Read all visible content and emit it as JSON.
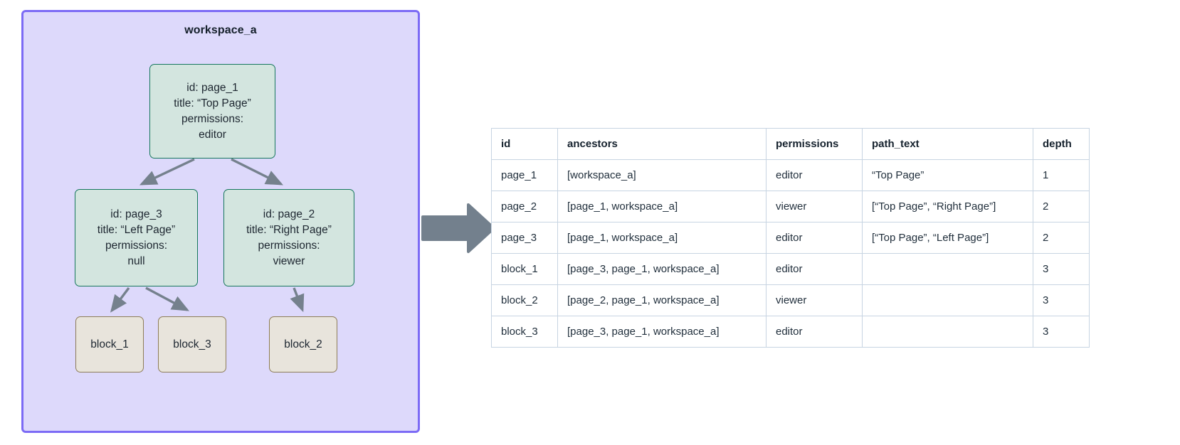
{
  "workspace": {
    "title": "workspace_a",
    "border_color": "#7c6bf5",
    "fill_color": "#ddd9fb",
    "nodes": [
      {
        "key": "page_1",
        "kind": "page",
        "lines": [
          "id: page_1",
          "title: “Top Page”",
          "permissions:",
          "editor"
        ]
      },
      {
        "key": "page_3",
        "kind": "page",
        "lines": [
          "id: page_3",
          "title: “Left Page”",
          "permissions:",
          "null"
        ]
      },
      {
        "key": "page_2",
        "kind": "page",
        "lines": [
          "id: page_2",
          "title: “Right Page”",
          "permissions:",
          "viewer"
        ]
      },
      {
        "key": "block_1",
        "kind": "block",
        "lines": [
          "block_1"
        ]
      },
      {
        "key": "block_3",
        "kind": "block",
        "lines": [
          "block_3"
        ]
      },
      {
        "key": "block_2",
        "kind": "block",
        "lines": [
          "block_2"
        ]
      }
    ],
    "edges": [
      {
        "from": "page_1",
        "to": "page_3"
      },
      {
        "from": "page_1",
        "to": "page_2"
      },
      {
        "from": "page_3",
        "to": "block_1"
      },
      {
        "from": "page_3",
        "to": "block_3"
      },
      {
        "from": "page_2",
        "to": "block_2"
      }
    ],
    "edge_color": "#75818d"
  },
  "transition": {
    "icon": "right-block-arrow-icon",
    "color": "#73808d"
  },
  "table": {
    "headers": [
      "id",
      "ancestors",
      "permissions",
      "path_text",
      "depth"
    ],
    "rows": [
      {
        "id": "page_1",
        "ancestors": "[workspace_a]",
        "permissions": "editor",
        "path_text": "“Top Page”",
        "depth": "1"
      },
      {
        "id": "page_2",
        "ancestors": "[page_1, workspace_a]",
        "permissions": "viewer",
        "path_text": "[“Top Page”, “Right Page”]",
        "depth": "2"
      },
      {
        "id": "page_3",
        "ancestors": "[page_1, workspace_a]",
        "permissions": "editor",
        "path_text": "[“Top Page”, “Left Page”]",
        "depth": "2"
      },
      {
        "id": "block_1",
        "ancestors": "[page_3, page_1, workspace_a]",
        "permissions": "editor",
        "path_text": "",
        "depth": "3"
      },
      {
        "id": "block_2",
        "ancestors": "[page_2, page_1, workspace_a]",
        "permissions": "viewer",
        "path_text": "",
        "depth": "3"
      },
      {
        "id": "block_3",
        "ancestors": "[page_3, page_1, workspace_a]",
        "permissions": "editor",
        "path_text": "",
        "depth": "3"
      }
    ],
    "border_color": "#c7d4e2"
  }
}
